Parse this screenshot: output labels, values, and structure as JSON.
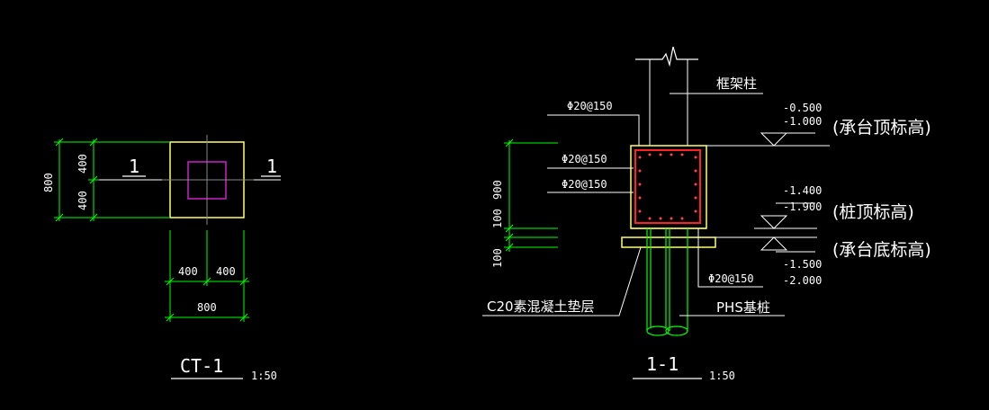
{
  "plan": {
    "section_mark_left": "1",
    "section_mark_right": "1",
    "dim_height_total": "800",
    "dim_height_top": "400",
    "dim_height_bottom": "400",
    "dim_width_left": "400",
    "dim_width_right": "400",
    "dim_width_total": "800",
    "title": "CT-1",
    "scale": "1:50"
  },
  "section": {
    "column_label": "框架柱",
    "rebar_1": "Φ20@150",
    "rebar_2": "Φ20@150",
    "rebar_3": "Φ20@150",
    "rebar_bottom": "Φ20@150",
    "dim_900": "900",
    "dim_100a": "100",
    "dim_100b": "100",
    "pile_label": "PHS基桩",
    "cushion_label": "C20素混凝土垫层",
    "title": "1-1",
    "scale": "1:50"
  },
  "elevations": {
    "cap_top_1": "-0.500",
    "cap_top_2": "-1.000",
    "cap_top_label": "(承台顶标高)",
    "pile_top_1": "-1.400",
    "pile_top_2": "-1.900",
    "pile_top_label": "(桩顶标高)",
    "cap_bottom_label": "(承台底标高)",
    "cap_bottom_1": "-1.500",
    "cap_bottom_2": "-2.000"
  },
  "colors": {
    "dimension": "#00ff00",
    "outline": "#ffff66",
    "column": "#cc22cc",
    "rebar": "#ff2222",
    "line": "#ffffff",
    "axis": "#888888"
  }
}
